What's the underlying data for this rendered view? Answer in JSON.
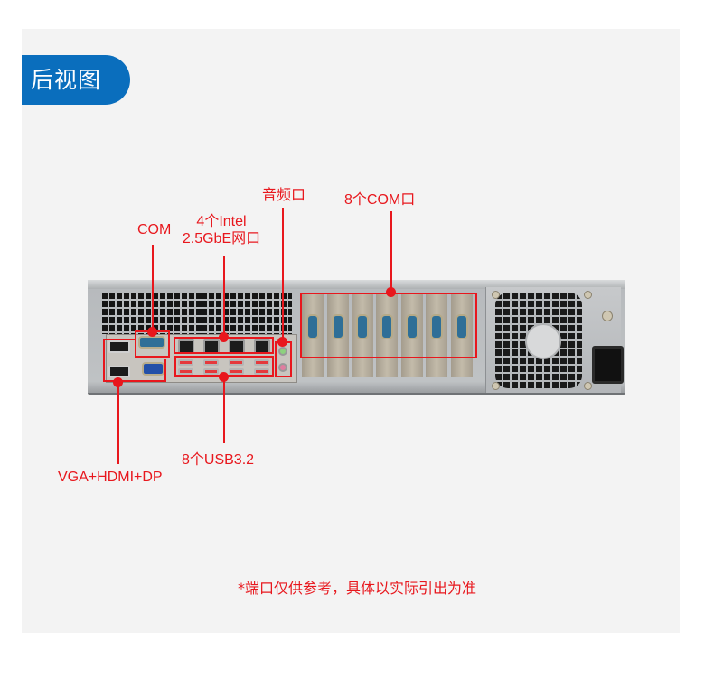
{
  "title": "后视图",
  "callouts": {
    "com": "COM",
    "lan_line1": "4个Intel",
    "lan_line2": "2.5GbE网口",
    "audio": "音频口",
    "com8": "8个COM口",
    "video": "VGA+HDMI+DP",
    "usb": "8个USB3.2"
  },
  "footnote": "*端口仅供参考，具体以实际引出为准",
  "colors": {
    "accent_blue": "#0a6ebd",
    "callout_red": "#e8171d",
    "panel_bg": "#f3f3f3"
  }
}
